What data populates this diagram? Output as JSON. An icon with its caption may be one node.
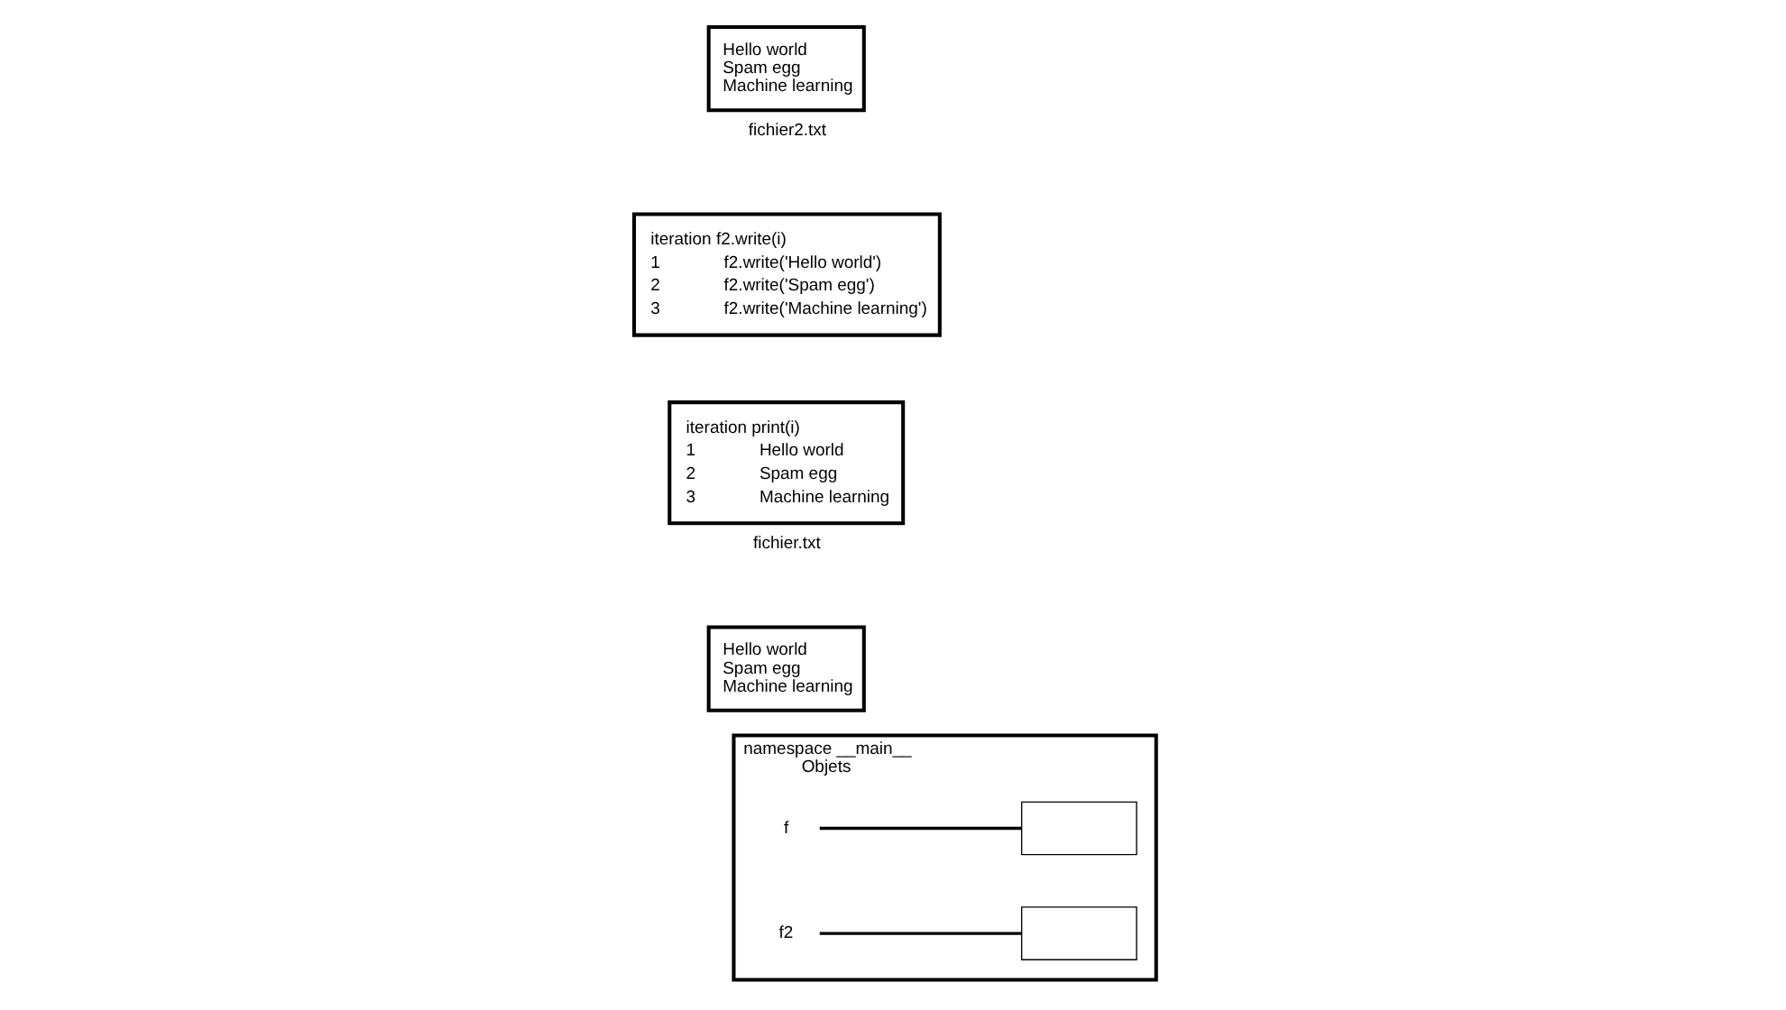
{
  "diagram": {
    "nodes": [
      {
        "text": [
          "namespace __main__",
          "Objets"
        ]
      },
      {
        "text": [
          "f"
        ],
        "in": 0
      },
      {
        "text": [],
        "shape": "box",
        "in": 0
      },
      {
        "text": [
          "f2"
        ],
        "in": 0
      },
      {
        "text": [],
        "shape": "box",
        "in": 0
      },
      {
        "text": [
          "Hello world",
          "Spam egg",
          "Machine learning"
        ]
      },
      {
        "text": [
          "iteration print(i)",
          "1",
          "Hello world",
          "2",
          "Spam egg",
          "3",
          "Machine learning"
        ],
        "beside": [
          "fichier.txt"
        ]
      },
      {
        "text": [
          "iteration f2.write(i)",
          "1",
          "f2.write('Hello world')",
          "2",
          "f2.write('Spam egg')",
          "3",
          "f2.write('Machine learning')"
        ]
      },
      {
        "text": [
          "Hello world",
          "Spam egg",
          "Machine learning"
        ],
        "beside": [
          "fichier2.txt"
        ]
      }
    ],
    "edges": [
      {
        "from": 1,
        "to": 2,
        "arrow": "none"
      },
      {
        "from": 3,
        "to": 4,
        "arrow": "none"
      }
    ]
  }
}
